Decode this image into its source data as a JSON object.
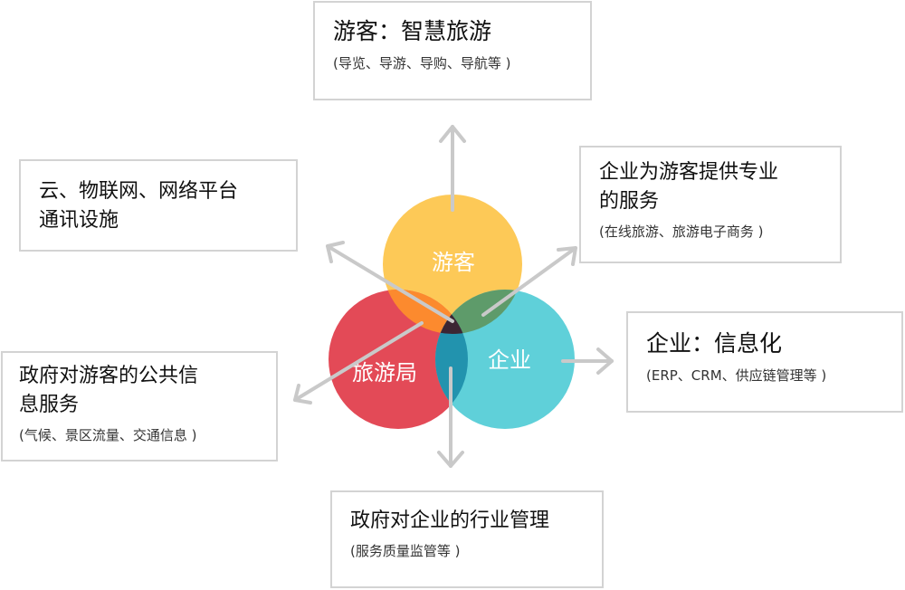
{
  "circles": {
    "tourist": {
      "label": "游客",
      "color": "#FDC957"
    },
    "bureau": {
      "label": "旅游局",
      "color": "#E34A57"
    },
    "enterprise": {
      "label": "企业",
      "color": "#5FD0D9"
    }
  },
  "overlap_colors": {
    "tourist_bureau": "#FC8A2E",
    "tourist_enterprise": "#5E9B6A",
    "bureau_enterprise": "#2293AE",
    "center": "#3C2633"
  },
  "arrow_color": "#C9C9C9",
  "boxes": {
    "top": {
      "title": "游客：智慧旅游",
      "sub": "(导览、导游、导购、导航等 )"
    },
    "upper_left": {
      "title_line1": "云、物联网、网络平台",
      "title_line2": "通讯设施"
    },
    "upper_right": {
      "title_line1": "企业为游客提供专业",
      "title_line2": "的服务",
      "sub": "(在线旅游、旅游电子商务 )"
    },
    "right": {
      "title": "企业：信息化",
      "sub": "(ERP、CRM、供应链管理等 )"
    },
    "left": {
      "title_line1": "政府对游客的公共信",
      "title_line2": "息服务",
      "sub": "(气候、景区流量、交通信息 )"
    },
    "bottom": {
      "title": "政府对企业的行业管理",
      "sub": "(服务质量监管等 )"
    }
  }
}
